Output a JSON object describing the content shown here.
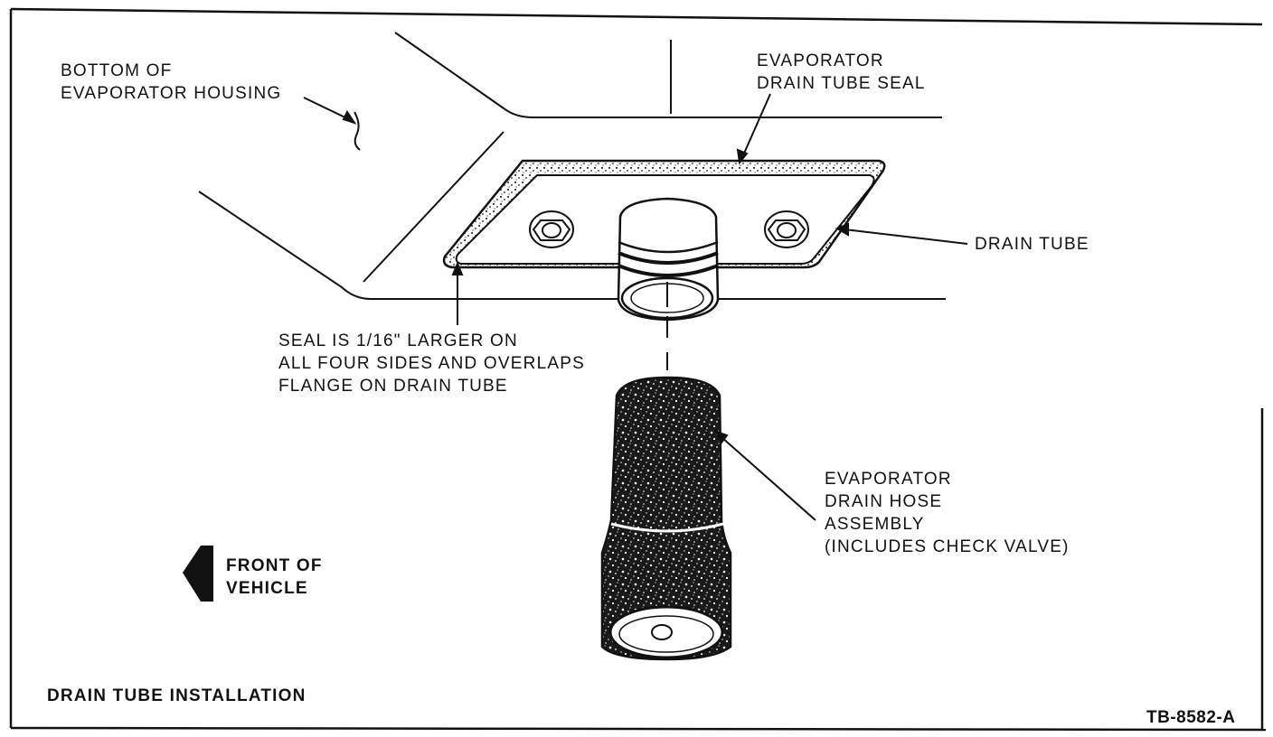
{
  "labels": {
    "housing": [
      "BOTTOM OF",
      "EVAPORATOR HOUSING"
    ],
    "seal": [
      "EVAPORATOR",
      "DRAIN TUBE SEAL"
    ],
    "drain_tube": "DRAIN TUBE",
    "seal_note": [
      "SEAL IS 1/16\" LARGER ON",
      "ALL FOUR SIDES AND OVERLAPS",
      "FLANGE ON DRAIN TUBE"
    ],
    "hose": [
      "EVAPORATOR",
      "DRAIN HOSE",
      "ASSEMBLY",
      "(INCLUDES CHECK VALVE)"
    ],
    "front": [
      "FRONT OF",
      "VEHICLE"
    ],
    "caption": "DRAIN TUBE INSTALLATION",
    "figure_id": "TB-8582-A"
  },
  "colors": {
    "ink": "#111111",
    "paper": "#ffffff"
  },
  "icons": [
    "front-arrow-icon"
  ]
}
